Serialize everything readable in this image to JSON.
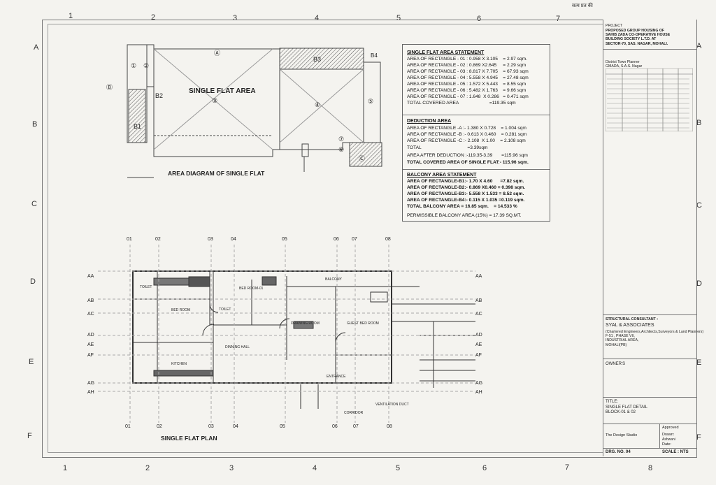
{
  "grid": {
    "cols": [
      "1",
      "2",
      "3",
      "4",
      "5",
      "6",
      "7",
      "8"
    ],
    "rows": [
      "A",
      "B",
      "C",
      "D",
      "E",
      "F"
    ]
  },
  "top_stamp": "सत्य प्रत की",
  "area_diagram": {
    "title": "AREA DIAGRAM  OF  SINGLE FLAT",
    "main_label": "SINGLE FLAT AREA",
    "zones": [
      "①",
      "②",
      "③",
      "④",
      "⑤",
      "⑥",
      "⑦",
      "Ⓐ",
      "Ⓑ",
      "Ⓒ",
      "B1",
      "B2",
      "B3",
      "B4"
    ]
  },
  "plan": {
    "title": "SINGLE FLAT PLAN",
    "rooms": [
      "TOILET",
      "BED ROOM",
      "KITCHEN",
      "DINNING HALL",
      "BED ROOM-01",
      "DRAWING ROOM",
      "GUEST BED ROOM",
      "TOILET",
      "BALCONY",
      "ENTRANCE",
      "CORRIDOR",
      "VENTILATION DUCT"
    ],
    "col_labels": [
      "01",
      "02",
      "03",
      "04",
      "05",
      "06",
      "07",
      "08"
    ],
    "row_labels": [
      "AA",
      "AB",
      "AC",
      "AD",
      "AE",
      "AF",
      "AG",
      "AH"
    ]
  },
  "statement": {
    "flat_heading": "SINGLE FLAT AREA STATEMENT",
    "flat_lines": [
      "AREA OF RECTANGLE - 01 : 0.958 X 3.105    = 2.97 sqm.",
      "AREA OF RECTANGLE - 02 : 0.869 X2.645     = 2.29 sqm",
      "AREA OF RECTANGLE - 03 : 8.817 X 7.705    = 67.93 sqm",
      "AREA OF RECTANGLE - 04 : 5.558 X 4.945    = 27.48 sqm",
      "AREA OF RECTANGLE - 05 : 1.572 X 5.443    = 8.55 sqm",
      "AREA OF RECTANGLE - 06 : 5.482 X 1.763    = 9.66 sqm",
      "AREA OF RECTANGLE - 07 : 1.648  X 0.286   = 0.471 sqm",
      "TOTAL COVERED AREA                        =119.35 sqm"
    ],
    "deduction_heading": "DEDUCTION AREA",
    "deduction_lines": [
      "AREA OF RECTANGLE -A :- 1.380 X 0.728    = 1.004 sqm",
      "AREA OF RECTANGLE -B :- 0.613 X 0.460    = 0.281 sqm",
      "AREA OF RECTANGLE -C :- 2.108  X 1.00    = 2.108 sqm",
      "TOTAL                                    =3.39sqm",
      "AREA AFTER DEDUCTION :-119.35-3.39       =115.96 sqm",
      "TOTAL COVERED AREA OF SINGLE FLAT:- 115.96 sqm."
    ],
    "balcony_heading": "BALCONY AREA STATEMENT",
    "balcony_lines": [
      "AREA OF RECTANGLE-B1:- 1.70 X 4.60      =7.82 sqm.",
      "AREA OF RECTANGLE-B2:- 0.869 X0.460 = 0.398 sqm.",
      "AREA OF RECTANGLE-B3:- 5.558 X 1.533 = 8.52 sqm.",
      "AREA OF RECTANGLE-B4:- 0.115 X 1.035 =0.119 sqm.",
      "TOTAL BALCONY AREA = 16.85 sqm.    = 14.533 %"
    ],
    "permissible": "PERMISSIBLE BALCONY AREA (15%) = 17.39 SQ.MT."
  },
  "title_block": {
    "project_label": "PROJECT",
    "project": "PROPOSED GROUP HOUSING OF\nSAHIB ZADA CO-OPERATIVE HOUSE\nBUILDING SOCIETY L.T.D. AT\nSECTOR-70, SAS. NAGAR, MOHALI.",
    "planner": "District Town Planner\nGMADA, S.A.S. Nagar",
    "structural_label": "STRUCTURAL CONSULTANT :",
    "structural_name": "SYAL & ASSOCIATES",
    "structural_sub": "(Chartered Engineers,Architects,Surveyors & Land Planners)\nF-51 , PHASE VII,\nINDUSTRIAL AREA,\nMOHALI(PB)",
    "owners_label": "OWNER'S",
    "title_label": "TITLE:",
    "title": "SINGLE FLAT DETAIL\nBLOCK-01 & 02",
    "architect": "The Design Studio",
    "approved": "Approved",
    "drawn": "Drawn:",
    "drawn_name": "Ashwani",
    "date": "Date:",
    "drg_no": "DRG. NO. 04",
    "scale": "SCALE : NTS"
  }
}
